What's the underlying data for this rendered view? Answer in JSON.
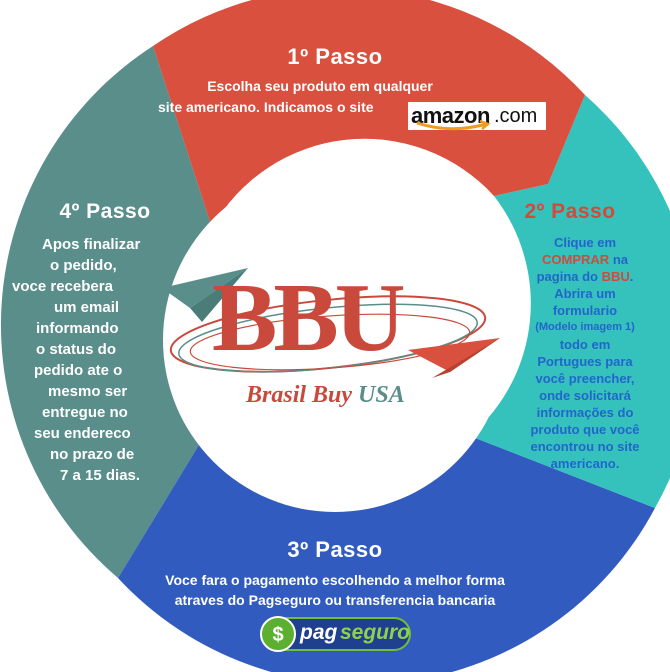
{
  "colors": {
    "step1": "#d9503f",
    "step2": "#35c2bc",
    "step3": "#325bbf",
    "step4": "#5a8e8a",
    "center": "#ffffff"
  },
  "step1": {
    "title": "1º Passo",
    "line1": "Escolha seu produto em qualquer",
    "line2": "site americano. Indicamos o site",
    "logo_text": "amazon",
    "logo_suffix": ".com"
  },
  "step2": {
    "title": "2º Passo",
    "t1": "Clique em",
    "t2": "COMPRAR",
    "t3": "na",
    "t4": "pagina do",
    "t5": "BBU",
    "t6": ".",
    "t7": "Abrira um",
    "t8": "formulario",
    "t9": "(Modelo imagem 1)",
    "t10": "todo em",
    "t11": "Portugues para",
    "t12": "você preencher,",
    "t13": "onde solicitará",
    "t14": "informações do",
    "t15": "produto que você",
    "t16": "encontrou no site",
    "t17": "americano."
  },
  "step3": {
    "title": "3º Passo",
    "line1": "Voce fara o pagamento escolhendo a melhor forma",
    "line2": "atraves do Pagseguro ou transferencia bancaria",
    "logo_a": "pag",
    "logo_b": "seguro"
  },
  "step4": {
    "title": "4º Passo",
    "l1": "Apos finalizar",
    "l2": "o  pedido,",
    "l3": "voce recebera",
    "l4": "um email",
    "l5": "informando",
    "l6": "o status do",
    "l7": "pedido ate o",
    "l8": "mesmo ser",
    "l9": "entregue no",
    "l10": "seu endereco",
    "l11": "no prazo de",
    "l12": "7 a 15 dias."
  },
  "logo": {
    "mark": "BBU",
    "tagline_a": "Brasil Buy",
    "tagline_b": "USA"
  }
}
